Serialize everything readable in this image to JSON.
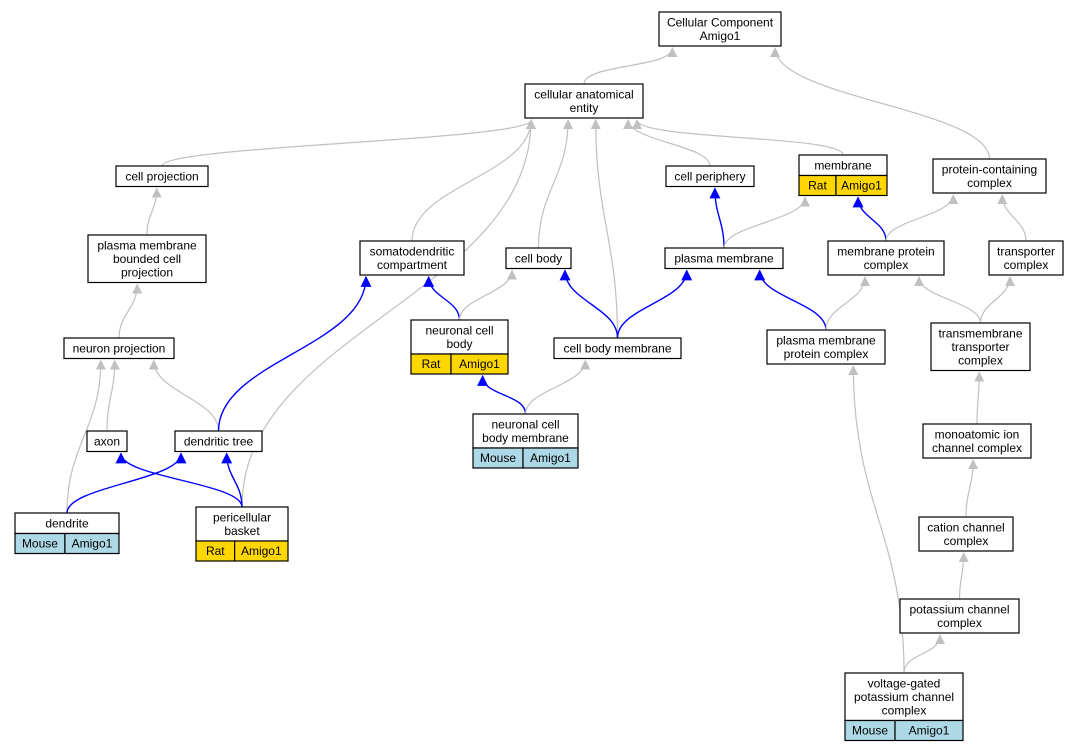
{
  "title": "",
  "colors": {
    "is_a_edge": "#c0c0c0",
    "part_of_edge": "#0000ff",
    "mouse_cell": "#add8e6",
    "rat_cell": "#ffd700",
    "node_border": "#000000"
  },
  "nodes": [
    {
      "id": "cellular-component",
      "lines": [
        "Cellular Component",
        "Amigo1"
      ]
    },
    {
      "id": "cellular-anatomical-entity",
      "lines": [
        "cellular anatomical",
        "entity"
      ]
    },
    {
      "id": "cell-projection",
      "lines": [
        "cell projection"
      ]
    },
    {
      "id": "plasma-membrane-bounded-cell-projection",
      "lines": [
        "plasma membrane",
        "bounded cell",
        "projection"
      ]
    },
    {
      "id": "neuron-projection",
      "lines": [
        "neuron projection"
      ]
    },
    {
      "id": "axon",
      "lines": [
        "axon"
      ]
    },
    {
      "id": "dendritic-tree",
      "lines": [
        "dendritic tree"
      ]
    },
    {
      "id": "dendrite",
      "lines": [
        "dendrite"
      ],
      "annotation": {
        "species": "Mouse",
        "gene": "Amigo1"
      }
    },
    {
      "id": "pericellular-basket",
      "lines": [
        "pericellular",
        "basket"
      ],
      "annotation": {
        "species": "Rat",
        "gene": "Amigo1"
      }
    },
    {
      "id": "somatodendritic-compartment",
      "lines": [
        "somatodendritic",
        "compartment"
      ]
    },
    {
      "id": "neuronal-cell-body",
      "lines": [
        "neuronal cell",
        "body"
      ],
      "annotation": {
        "species": "Rat",
        "gene": "Amigo1"
      }
    },
    {
      "id": "cell-body",
      "lines": [
        "cell body"
      ]
    },
    {
      "id": "neuronal-cell-body-membrane",
      "lines": [
        "neuronal cell",
        "body membrane"
      ],
      "annotation": {
        "species": "Mouse",
        "gene": "Amigo1"
      }
    },
    {
      "id": "cell-body-membrane",
      "lines": [
        "cell body membrane"
      ]
    },
    {
      "id": "cell-periphery",
      "lines": [
        "cell periphery"
      ]
    },
    {
      "id": "plasma-membrane",
      "lines": [
        "plasma membrane"
      ]
    },
    {
      "id": "membrane",
      "lines": [
        "membrane"
      ],
      "annotation": {
        "species": "Rat",
        "gene": "Amigo1"
      }
    },
    {
      "id": "plasma-membrane-protein-complex",
      "lines": [
        "plasma membrane",
        "protein complex"
      ]
    },
    {
      "id": "membrane-protein-complex",
      "lines": [
        "membrane protein",
        "complex"
      ]
    },
    {
      "id": "protein-containing-complex",
      "lines": [
        "protein-containing",
        "complex"
      ]
    },
    {
      "id": "transporter-complex",
      "lines": [
        "transporter",
        "complex"
      ]
    },
    {
      "id": "transmembrane-transporter-complex",
      "lines": [
        "transmembrane",
        "transporter",
        "complex"
      ]
    },
    {
      "id": "monoatomic-ion-channel-complex",
      "lines": [
        "monoatomic ion",
        "channel complex"
      ]
    },
    {
      "id": "cation-channel-complex",
      "lines": [
        "cation channel",
        "complex"
      ]
    },
    {
      "id": "potassium-channel-complex",
      "lines": [
        "potassium channel",
        "complex"
      ]
    },
    {
      "id": "voltage-gated-potassium-channel-complex",
      "lines": [
        "voltage-gated",
        "potassium channel",
        "complex"
      ],
      "annotation": {
        "species": "Mouse",
        "gene": "Amigo1"
      }
    }
  ],
  "edges": [
    {
      "from": "cellular-anatomical-entity",
      "to": "cellular-component",
      "type": "is_a"
    },
    {
      "from": "protein-containing-complex",
      "to": "cellular-component",
      "type": "is_a"
    },
    {
      "from": "cell-projection",
      "to": "cellular-anatomical-entity",
      "type": "is_a"
    },
    {
      "from": "pericellular-basket",
      "to": "cellular-anatomical-entity",
      "type": "is_a"
    },
    {
      "from": "somatodendritic-compartment",
      "to": "cellular-anatomical-entity",
      "type": "is_a"
    },
    {
      "from": "cell-body",
      "to": "cellular-anatomical-entity",
      "type": "is_a"
    },
    {
      "from": "cell-body-membrane",
      "to": "cellular-anatomical-entity",
      "type": "is_a"
    },
    {
      "from": "cell-periphery",
      "to": "cellular-anatomical-entity",
      "type": "is_a"
    },
    {
      "from": "membrane",
      "to": "cellular-anatomical-entity",
      "type": "is_a"
    },
    {
      "from": "plasma-membrane-bounded-cell-projection",
      "to": "cell-projection",
      "type": "is_a"
    },
    {
      "from": "neuron-projection",
      "to": "plasma-membrane-bounded-cell-projection",
      "type": "is_a"
    },
    {
      "from": "dendrite",
      "to": "neuron-projection",
      "type": "is_a"
    },
    {
      "from": "axon",
      "to": "neuron-projection",
      "type": "is_a"
    },
    {
      "from": "dendritic-tree",
      "to": "neuron-projection",
      "type": "is_a"
    },
    {
      "from": "dendrite",
      "to": "dendritic-tree",
      "type": "part_of"
    },
    {
      "from": "pericellular-basket",
      "to": "axon",
      "type": "part_of"
    },
    {
      "from": "pericellular-basket",
      "to": "dendritic-tree",
      "type": "part_of"
    },
    {
      "from": "dendritic-tree",
      "to": "somatodendritic-compartment",
      "type": "part_of"
    },
    {
      "from": "neuronal-cell-body",
      "to": "somatodendritic-compartment",
      "type": "part_of"
    },
    {
      "from": "neuronal-cell-body",
      "to": "cell-body",
      "type": "is_a"
    },
    {
      "from": "neuronal-cell-body-membrane",
      "to": "neuronal-cell-body",
      "type": "part_of"
    },
    {
      "from": "neuronal-cell-body-membrane",
      "to": "cell-body-membrane",
      "type": "is_a"
    },
    {
      "from": "cell-body-membrane",
      "to": "cell-body",
      "type": "part_of"
    },
    {
      "from": "cell-body-membrane",
      "to": "plasma-membrane",
      "type": "part_of"
    },
    {
      "from": "plasma-membrane",
      "to": "cell-periphery",
      "type": "part_of"
    },
    {
      "from": "plasma-membrane",
      "to": "membrane",
      "type": "is_a"
    },
    {
      "from": "membrane-protein-complex",
      "to": "membrane",
      "type": "part_of"
    },
    {
      "from": "membrane-protein-complex",
      "to": "protein-containing-complex",
      "type": "is_a"
    },
    {
      "from": "transporter-complex",
      "to": "protein-containing-complex",
      "type": "is_a"
    },
    {
      "from": "plasma-membrane-protein-complex",
      "to": "plasma-membrane",
      "type": "part_of"
    },
    {
      "from": "plasma-membrane-protein-complex",
      "to": "membrane-protein-complex",
      "type": "is_a"
    },
    {
      "from": "transmembrane-transporter-complex",
      "to": "membrane-protein-complex",
      "type": "is_a"
    },
    {
      "from": "transmembrane-transporter-complex",
      "to": "transporter-complex",
      "type": "is_a"
    },
    {
      "from": "monoatomic-ion-channel-complex",
      "to": "transmembrane-transporter-complex",
      "type": "is_a"
    },
    {
      "from": "cation-channel-complex",
      "to": "monoatomic-ion-channel-complex",
      "type": "is_a"
    },
    {
      "from": "potassium-channel-complex",
      "to": "cation-channel-complex",
      "type": "is_a"
    },
    {
      "from": "voltage-gated-potassium-channel-complex",
      "to": "potassium-channel-complex",
      "type": "is_a"
    },
    {
      "from": "voltage-gated-potassium-channel-complex",
      "to": "plasma-membrane-protein-complex",
      "type": "is_a"
    }
  ]
}
